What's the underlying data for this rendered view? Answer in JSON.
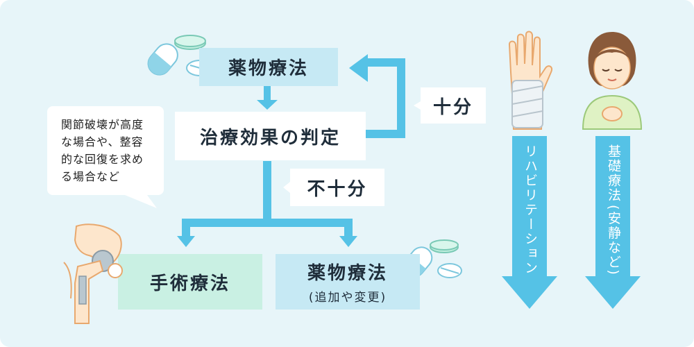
{
  "flow": {
    "top_box": "薬物療法",
    "center_box": "治療効果の判定",
    "enough_label": "十分",
    "not_enough_label": "不十分",
    "surgery_box": "手術療法",
    "drug_box2_main": "薬物療法",
    "drug_box2_sub": "(追加や変更)"
  },
  "note": {
    "line1": "関節破壊が高度",
    "line2": "な場合や、整容",
    "line3": "的な回復を求め",
    "line4": "る場合など"
  },
  "side_arrows": {
    "rehab": "リハビリテーション",
    "basic_main": "基礎療法",
    "basic_sub": "(安静など)"
  },
  "colors": {
    "arrow": "#55c2e6",
    "box_blue": "#c6e9f4",
    "box_green": "#c9f0e3",
    "background": "#e7f5f9"
  },
  "icons": [
    "pills-icon",
    "bandaged-hand-icon",
    "resting-woman-icon",
    "hip-joint-icon"
  ]
}
